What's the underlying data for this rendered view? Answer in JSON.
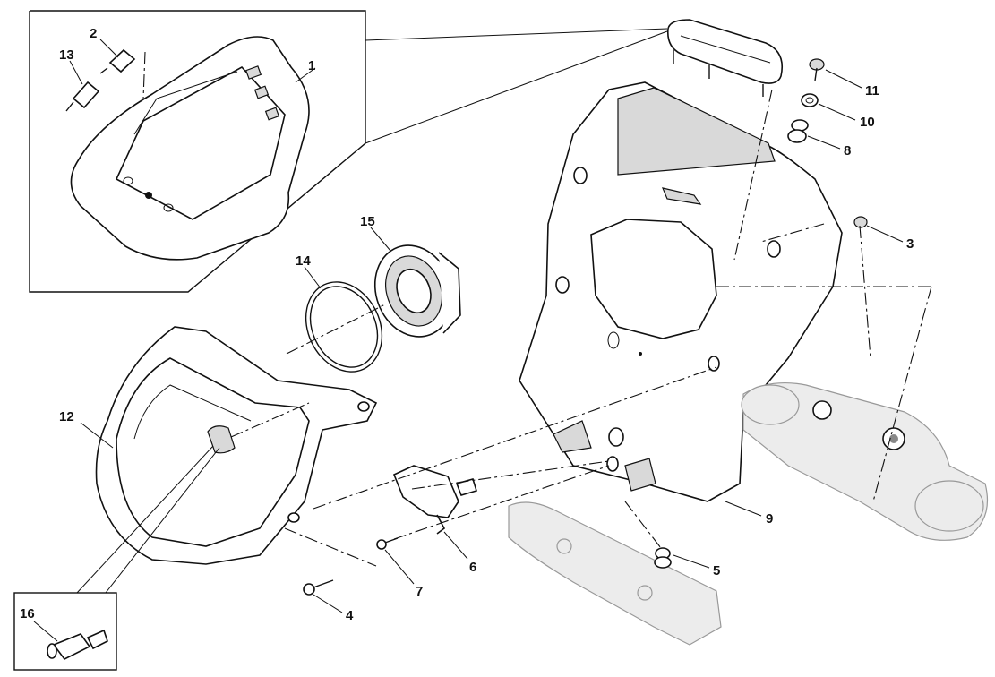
{
  "diagram": {
    "title": "Headlight and instrument panel exploded view",
    "callouts": [
      {
        "id": "1",
        "text": "1"
      },
      {
        "id": "2",
        "text": "2"
      },
      {
        "id": "3",
        "text": "3"
      },
      {
        "id": "4",
        "text": "4"
      },
      {
        "id": "5",
        "text": "5"
      },
      {
        "id": "6",
        "text": "6"
      },
      {
        "id": "7",
        "text": "7"
      },
      {
        "id": "8",
        "text": "8"
      },
      {
        "id": "9",
        "text": "9"
      },
      {
        "id": "10",
        "text": "10"
      },
      {
        "id": "11",
        "text": "11"
      },
      {
        "id": "12",
        "text": "12"
      },
      {
        "id": "13",
        "text": "13"
      },
      {
        "id": "14",
        "text": "14"
      },
      {
        "id": "15",
        "text": "15"
      },
      {
        "id": "16",
        "text": "16"
      }
    ]
  }
}
